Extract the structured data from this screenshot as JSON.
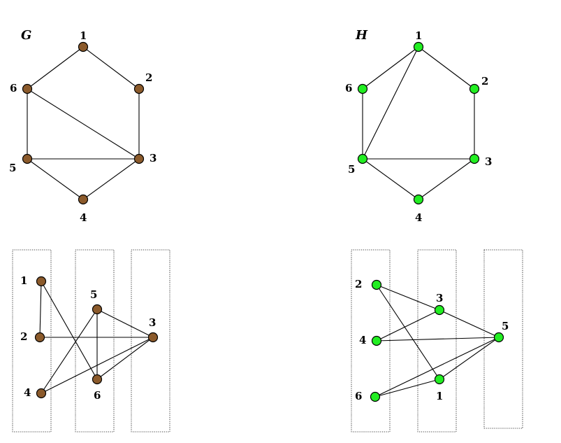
{
  "colors": {
    "G": "#8B5A2B",
    "H": "#22EE22"
  },
  "graphs": [
    {
      "id": "G",
      "title": "G",
      "edges": [
        [
          "1",
          "2"
        ],
        [
          "2",
          "3"
        ],
        [
          "3",
          "4"
        ],
        [
          "4",
          "5"
        ],
        [
          "5",
          "6"
        ],
        [
          "6",
          "1"
        ],
        [
          "6",
          "3"
        ],
        [
          "5",
          "3"
        ]
      ],
      "layered_edges": [
        [
          "1",
          "2"
        ],
        [
          "1",
          "6"
        ],
        [
          "2",
          "3"
        ],
        [
          "5",
          "3"
        ],
        [
          "5",
          "4"
        ],
        [
          "5",
          "6"
        ],
        [
          "4",
          "3"
        ],
        [
          "6",
          "3"
        ]
      ]
    },
    {
      "id": "H",
      "title": "H",
      "edges": [
        [
          "1",
          "2"
        ],
        [
          "2",
          "3"
        ],
        [
          "3",
          "4"
        ],
        [
          "4",
          "5"
        ],
        [
          "5",
          "6"
        ],
        [
          "6",
          "1"
        ],
        [
          "1",
          "5"
        ],
        [
          "5",
          "3"
        ]
      ],
      "layered_edges": [
        [
          "2",
          "3"
        ],
        [
          "2",
          "1"
        ],
        [
          "3",
          "4"
        ],
        [
          "3",
          "5"
        ],
        [
          "4",
          "5"
        ],
        [
          "6",
          "5"
        ],
        [
          "6",
          "1"
        ],
        [
          "1",
          "5"
        ]
      ]
    }
  ]
}
